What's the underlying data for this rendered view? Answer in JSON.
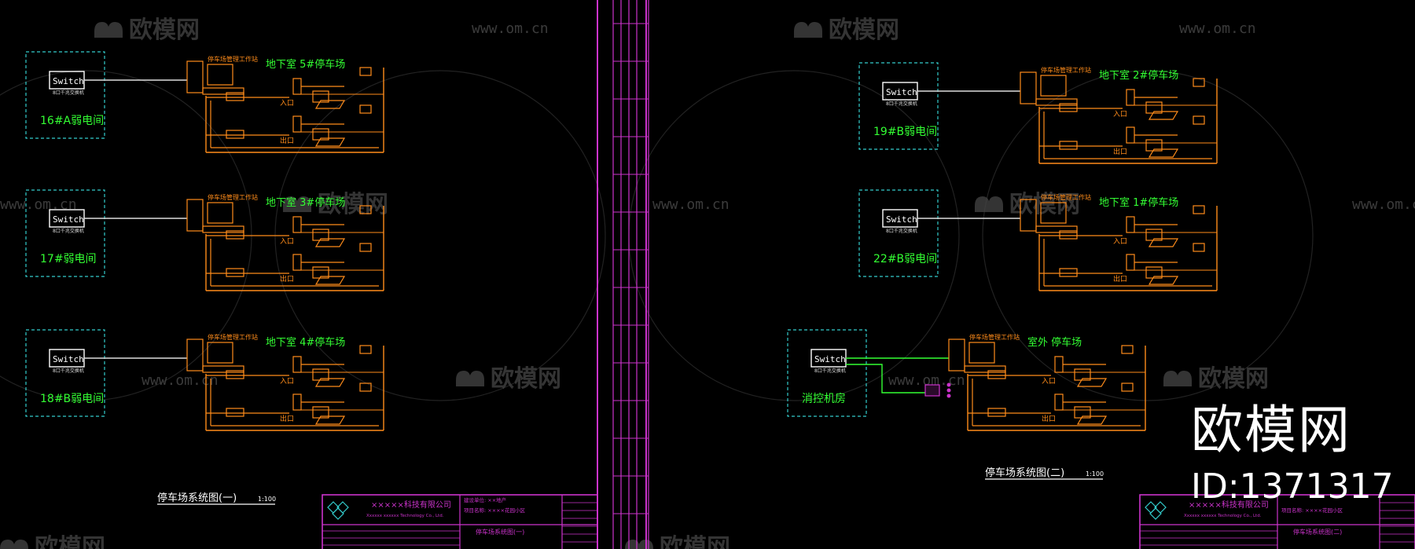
{
  "watermark": {
    "brand": "欧模网",
    "url": "www.om.cn"
  },
  "overlay": {
    "logo": "欧模网",
    "id": "ID:1371317"
  },
  "switch_label": "Switch",
  "switch_sub": "8口千兆交换机",
  "sheet1": {
    "title": "停车场系统图(一)",
    "scale": "1:100",
    "rows": [
      {
        "room": "16#A弱电间",
        "lot": "地下室 5#停车场"
      },
      {
        "room": "17#弱电间",
        "lot": "地下室 3#停车场"
      },
      {
        "room": "18#B弱电间",
        "lot": "地下室 4#停车场"
      }
    ],
    "tb_company": "×××××科技有限公司",
    "tb_company_en": "Xxxxxx xxxxxx Technology Co., Ltd.",
    "tb_project": "建设单位: ××地产",
    "tb_drawing": "项目名称: ××××花园小区",
    "tb_name": "停车场系统图(一)"
  },
  "sheet2": {
    "title": "停车场系统图(二)",
    "scale": "1:100",
    "rows": [
      {
        "room": "19#B弱电间",
        "lot": "地下室 2#停车场"
      },
      {
        "room": "22#B弱电间",
        "lot": "地下室 1#停车场"
      },
      {
        "room": "消控机房",
        "lot": "室外 停车场"
      }
    ],
    "tb_company": "×××××科技有限公司",
    "tb_company_en": "Xxxxxx xxxxxx Technology Co., Ltd.",
    "tb_drawing": "项目名称: ××××花园小区",
    "tb_name": "停车场系统图(二)"
  },
  "device_labels": {
    "entry": "入口",
    "exit": "出口"
  },
  "colors": {
    "frame": "#cc33cc",
    "wire": "#ff8c1a",
    "green": "#33ff33",
    "cyan": "#33cccc"
  }
}
